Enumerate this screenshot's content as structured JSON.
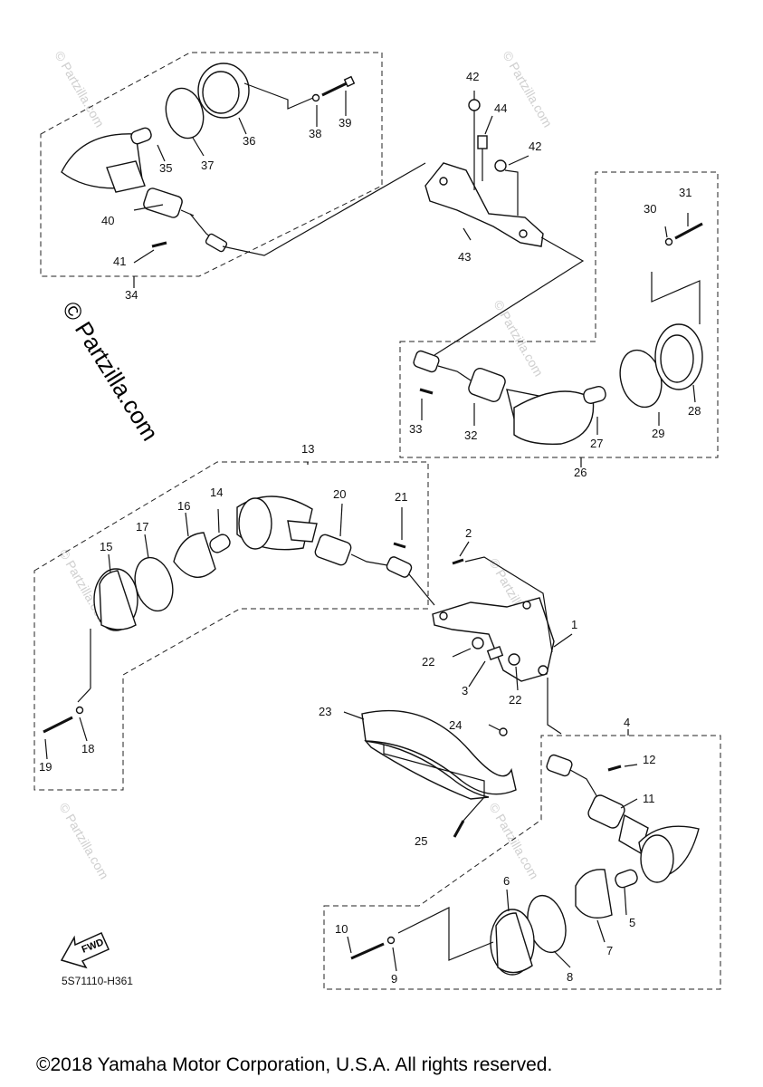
{
  "callouts": [
    {
      "id": "1",
      "text": "1"
    },
    {
      "id": "2",
      "text": "2"
    },
    {
      "id": "3",
      "text": "3"
    },
    {
      "id": "4",
      "text": "4"
    },
    {
      "id": "5",
      "text": "5"
    },
    {
      "id": "6",
      "text": "6"
    },
    {
      "id": "7",
      "text": "7"
    },
    {
      "id": "8",
      "text": "8"
    },
    {
      "id": "9",
      "text": "9"
    },
    {
      "id": "10",
      "text": "10"
    },
    {
      "id": "11",
      "text": "11"
    },
    {
      "id": "12",
      "text": "12"
    },
    {
      "id": "13",
      "text": "13"
    },
    {
      "id": "14",
      "text": "14"
    },
    {
      "id": "15",
      "text": "15"
    },
    {
      "id": "16",
      "text": "16"
    },
    {
      "id": "17",
      "text": "17"
    },
    {
      "id": "18",
      "text": "18"
    },
    {
      "id": "19",
      "text": "19"
    },
    {
      "id": "20",
      "text": "20"
    },
    {
      "id": "21",
      "text": "21"
    },
    {
      "id": "22a",
      "text": "22"
    },
    {
      "id": "22b",
      "text": "22"
    },
    {
      "id": "23",
      "text": "23"
    },
    {
      "id": "24",
      "text": "24"
    },
    {
      "id": "25",
      "text": "25"
    },
    {
      "id": "26",
      "text": "26"
    },
    {
      "id": "27",
      "text": "27"
    },
    {
      "id": "28",
      "text": "28"
    },
    {
      "id": "29",
      "text": "29"
    },
    {
      "id": "30",
      "text": "30"
    },
    {
      "id": "31",
      "text": "31"
    },
    {
      "id": "32",
      "text": "32"
    },
    {
      "id": "33",
      "text": "33"
    },
    {
      "id": "34",
      "text": "34"
    },
    {
      "id": "35",
      "text": "35"
    },
    {
      "id": "36",
      "text": "36"
    },
    {
      "id": "37",
      "text": "37"
    },
    {
      "id": "38",
      "text": "38"
    },
    {
      "id": "39",
      "text": "39"
    },
    {
      "id": "40",
      "text": "40"
    },
    {
      "id": "41",
      "text": "41"
    },
    {
      "id": "42a",
      "text": "42"
    },
    {
      "id": "42b",
      "text": "42"
    },
    {
      "id": "43",
      "text": "43"
    },
    {
      "id": "44",
      "text": "44"
    }
  ],
  "diagram_code": "5S71110-H361",
  "fwd_label": "FWD",
  "side_watermark": "© Partzilla.com",
  "faint_watermark": "© Partzilla.com",
  "copyright": "©2018 Yamaha Motor Corporation, U.S.A. All rights reserved."
}
